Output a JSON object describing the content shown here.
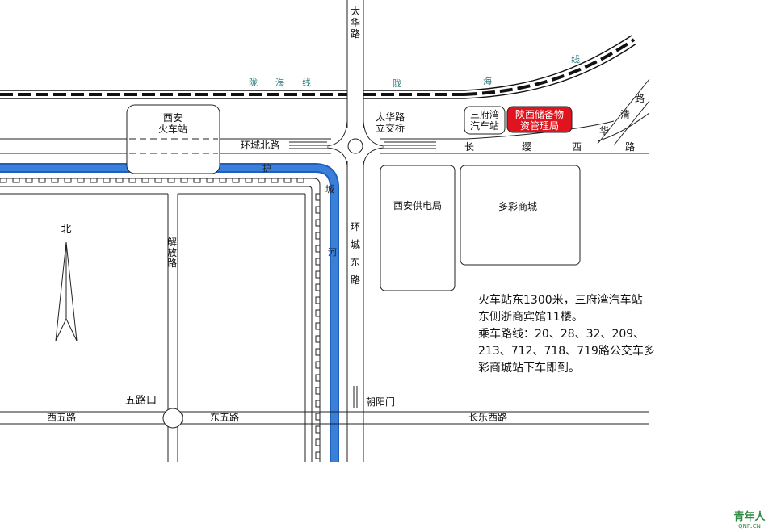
{
  "colors": {
    "road": "#222222",
    "river": "#1f5fc0",
    "river_fill": "#3a7fd8",
    "rail": "#111111",
    "destination": "#e0141e",
    "rail_label": "#2a7a7a",
    "watermark": "#2e8a3e"
  },
  "labels": {
    "taihua_road_v": "太华路",
    "longhai_rail_1": "陇　　海　　线",
    "longhai_rail_2": "陇",
    "longhai_rail_3": "海",
    "longhai_rail_4": "线",
    "xian_station_1": "西安",
    "xian_station_2": "火车站",
    "huancheng_north": "环城北路",
    "taihua_overpass_1": "太华路",
    "taihua_overpass_2": "立交桥",
    "sanfuwan_1": "三府湾",
    "sanfuwan_2": "汽车站",
    "destination_1": "陕西储备物",
    "destination_2": "资管理局",
    "changying_1": "长",
    "changying_2": "缨",
    "changying_3": "西",
    "changying_4": "路",
    "huaqing_1": "路",
    "huaqing_2": "清",
    "huaqing_3": "华",
    "moat_1": "护",
    "moat_2": "城",
    "moat_3": "河",
    "power_bureau": "西安供电局",
    "duocai_mall": "多彩商城",
    "north": "北",
    "jiefang_road": "解放路",
    "huancheng_east": "环城东路",
    "wulukou": "五路口",
    "xiwu_road": "西五路",
    "dongwu_road": "东五路",
    "chaoyang_gate": "朝阳门",
    "changle_west": "长乐西路"
  },
  "note": {
    "lines": [
      "火车站东1300米，三府湾汽车站",
      "东侧浙商宾馆11楼。",
      "乘车路线：20、28、32、209、",
      "213、712、718、719路公交车多",
      "彩商城站下车即到。"
    ]
  },
  "watermark": {
    "main": "青年人",
    "sub": "QNR.CN"
  },
  "icons": {
    "north_arrow": "north-arrow-icon",
    "roundabout": "roundabout-icon"
  }
}
